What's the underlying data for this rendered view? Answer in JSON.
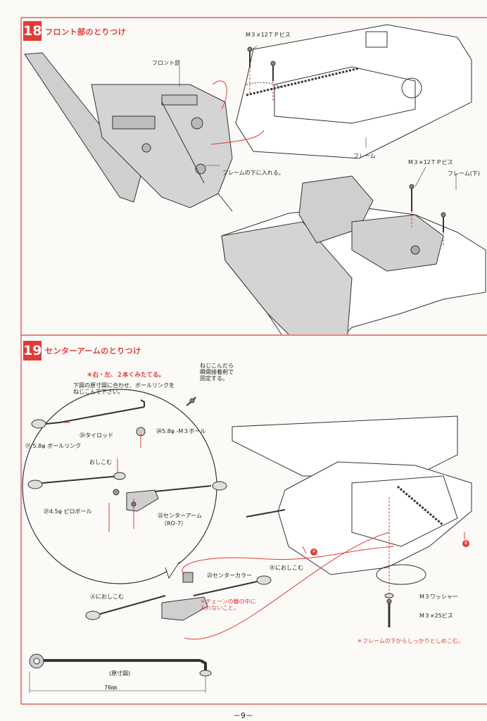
{
  "step18": {
    "number": "18",
    "title": "フロント部のとりつけ",
    "labels": {
      "front": "フロント部",
      "screw_top": "M３×12ＴＰビス",
      "under_frame": "フレームの下に入れる。",
      "frame": "フレーム",
      "screw_right": "M３×12ＴＰビス",
      "frame_lower": "フレーム(下)"
    }
  },
  "step19": {
    "number": "19",
    "title": "センターアームのとりつけ",
    "circle": {
      "note": "＊右・左、２本くみたてる。",
      "instruction": "下図の原寸図に合わせ、ボールリンクを\nねじこんで下さい。",
      "glue_note": "ねじこんだら\n瞬間接着剤で\n固定する。",
      "tie_rod": "㉕タイロッド",
      "ball_link": "⑰ 5.8φ ボールリンク",
      "ball": "㉔5.8φ -M３ボール",
      "push_in": "おしこむ",
      "pillow_ball": "㉗4.5φ ピロボール",
      "center_arm": "㉒センターアーム",
      "center_arm_code": "〔RO-7〕"
    },
    "assembly": {
      "center_collar": "㉓センターカラー",
      "b_push": "Ⓑにおしこむ",
      "a_push": "Ⓐにおしこむ",
      "chain_note": "＊チェーンの輪の中に\n入れないこと。",
      "marker_a": "A",
      "marker_b": "B",
      "washer": "M３ワッシャー",
      "screw_25": "M３×25ビス",
      "tighten_note": "＊フレームの下からしっかりとしめこむ。"
    },
    "fullsize": {
      "caption": "(原寸図)",
      "length": "76㎜"
    }
  },
  "page_number": "－9－",
  "colors": {
    "accent": "#e23b36",
    "line": "#333333",
    "part_fill": "#cfcfcf"
  }
}
